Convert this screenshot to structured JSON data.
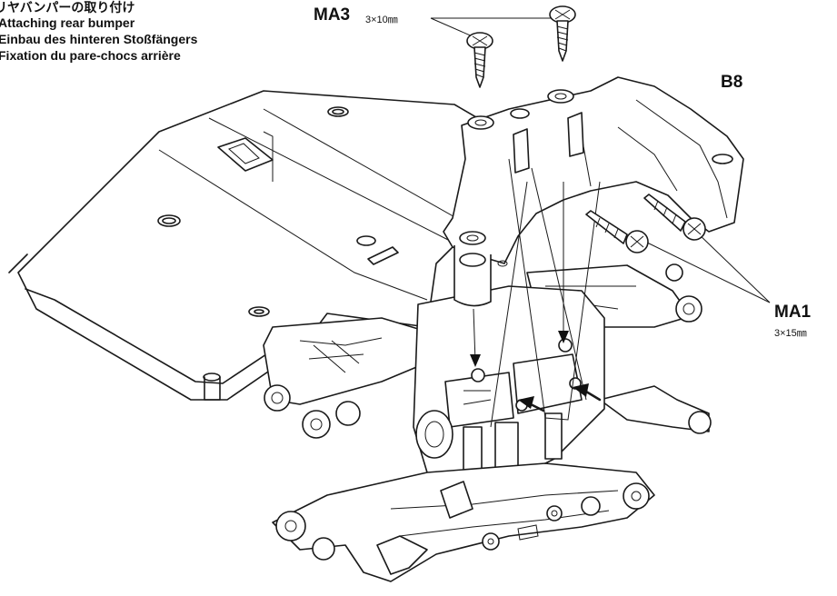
{
  "captions": {
    "jp": "リヤバンパーの取り付け",
    "en": "Attaching rear bumper",
    "de": "Einbau des hinteren Stoßfängers",
    "fr": "Fixation du pare-chocs arrière"
  },
  "labels": {
    "ma3_code": "MA3",
    "ma3_size": "3×10㎜",
    "b8_code": "B8",
    "ma1_code": "MA1",
    "ma1_size": "3×15㎜"
  }
}
